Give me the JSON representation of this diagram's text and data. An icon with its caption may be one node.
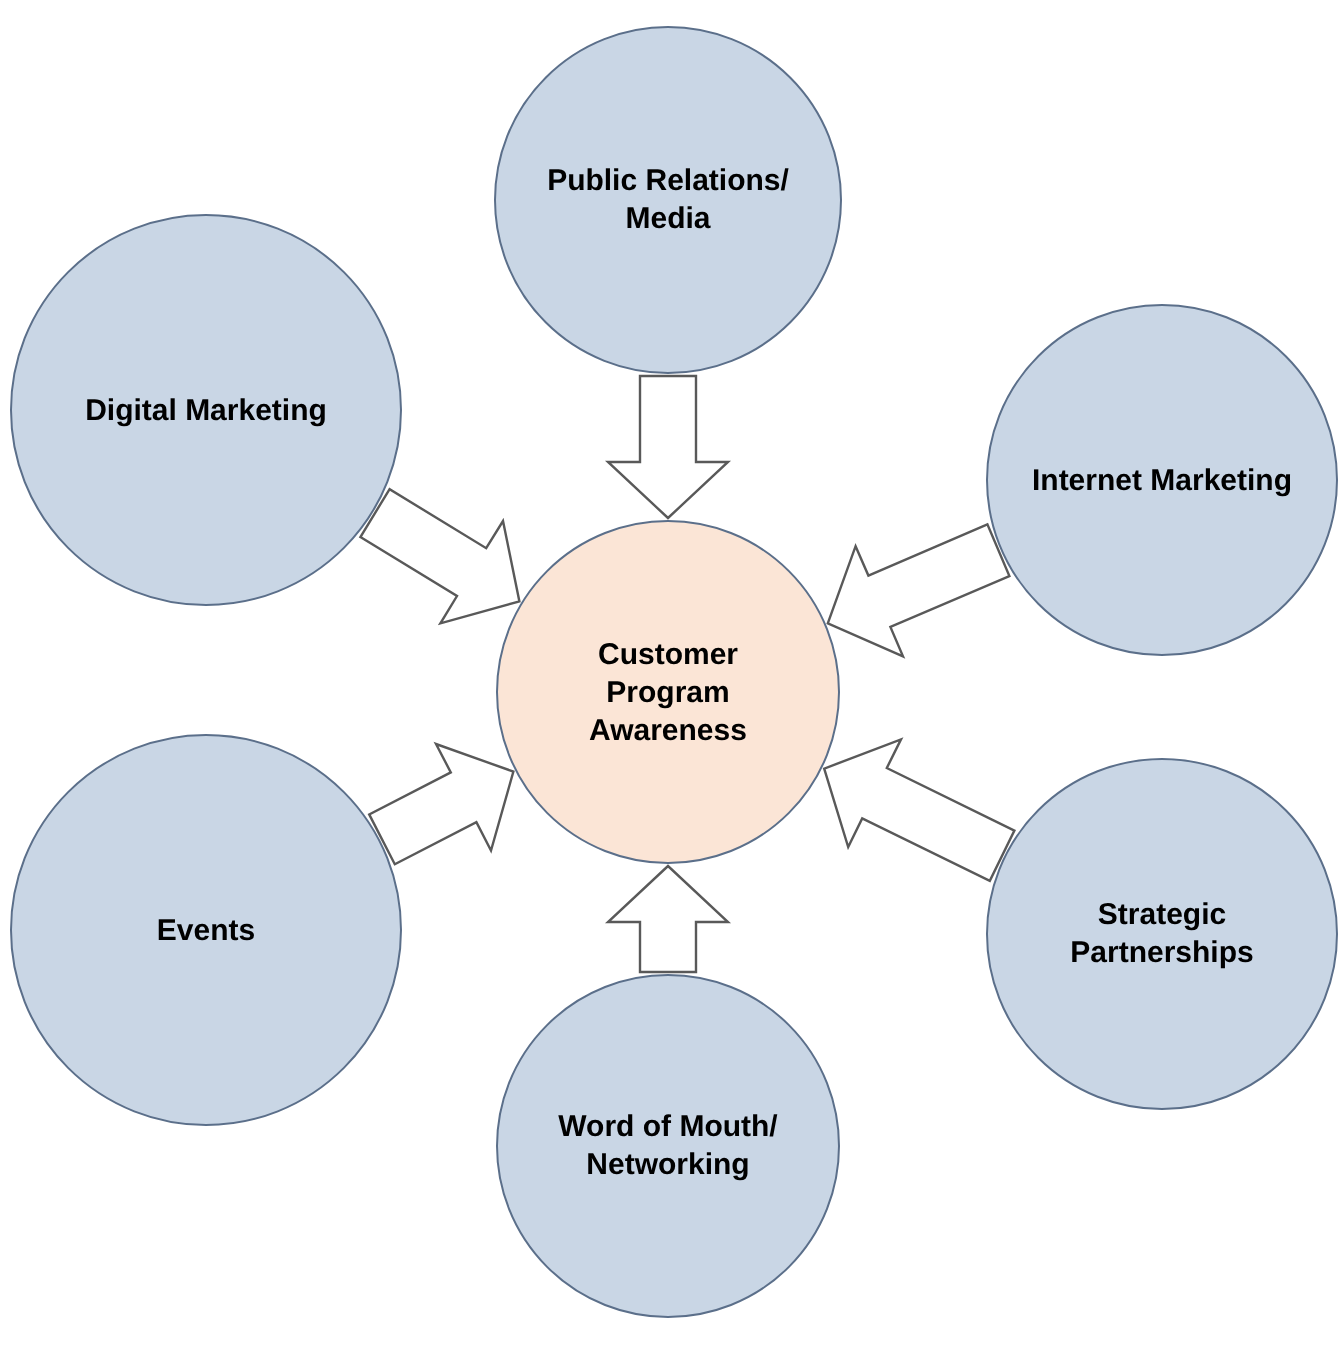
{
  "diagram": {
    "nodes": [
      {
        "text": [
          "Customer Program Awareness"
        ]
      },
      {
        "text": [
          "Public Relations/ Media"
        ]
      },
      {
        "text": [
          "Digital Marketing"
        ]
      },
      {
        "text": [
          "Internet Marketing"
        ]
      },
      {
        "text": [
          "Events"
        ]
      },
      {
        "text": [
          "Strategic Partnerships"
        ]
      },
      {
        "text": [
          "Word of Mouth/ Networking"
        ]
      }
    ],
    "edges": [
      {
        "from": 1,
        "to": 0,
        "arrow": "to"
      },
      {
        "from": 2,
        "to": 0,
        "arrow": "to"
      },
      {
        "from": 3,
        "to": 0,
        "arrow": "to"
      },
      {
        "from": 4,
        "to": 0,
        "arrow": "to"
      },
      {
        "from": 5,
        "to": 0,
        "arrow": "to"
      },
      {
        "from": 6,
        "to": 0,
        "arrow": "to"
      }
    ]
  }
}
